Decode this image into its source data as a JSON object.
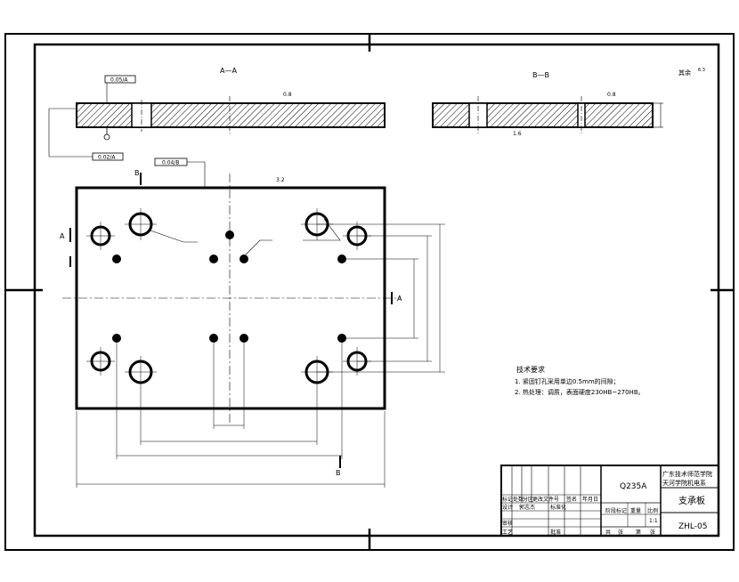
{
  "views": {
    "section_aa": "A—A",
    "section_bb": "B—B",
    "section_a_mark": "A",
    "section_b_mark": "B"
  },
  "surface_marks": {
    "other": "其余",
    "ra_top": "6.3",
    "ra_aa": "0.8",
    "ra_bb": "0.8",
    "ra_plan": "3.2",
    "ra_bb_side": "1.6",
    "ra_other": "6.3"
  },
  "tolerance_frames": {
    "flatness": "0.05/A",
    "parallel": "0.02/A",
    "perp": "0.04/B"
  },
  "tech_req": {
    "heading": "技术要求",
    "line1": "1. 紧固钉孔采用单边0.5mm的间隙；",
    "line2": "2. 热处理：调质，表面硬度230HB~270HB。"
  },
  "title_block": {
    "material": "Q235A",
    "school_line1": "广东技术师范学院",
    "school_line2": "天河学院机电系",
    "part_name": "支承板",
    "drawing_no": "ZHL-05",
    "ratio": "1:1",
    "row_headers": [
      "标记",
      "处数",
      "分区",
      "更改文件号",
      "签名",
      "年月日"
    ],
    "row_design": [
      "设计",
      "郭志杰",
      "标准化"
    ],
    "row_review": [
      "审核"
    ],
    "row_process": [
      "工艺",
      "批准"
    ],
    "stage_label": "阶段标记",
    "weight_label": "重量",
    "ratio_label": "比例",
    "sheets": [
      "共",
      "张",
      "第",
      "张"
    ]
  }
}
